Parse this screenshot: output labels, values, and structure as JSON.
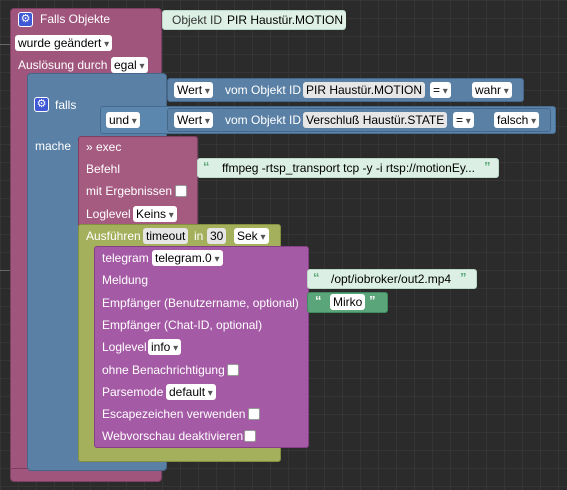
{
  "trigger": {
    "title": "Falls Objekte",
    "object_id_label": "Objekt ID",
    "object_id_value": "PIR Haustür.MOTION",
    "mode_value": "wurde geändert",
    "ausloesung_label": "Auslösung durch",
    "ausloesung_value": "egal"
  },
  "if_block": {
    "falls_label": "falls",
    "mache_label": "mache",
    "cond1": {
      "wert_value": "Wert",
      "vom_label": "vom Objekt ID",
      "object_value": "PIR Haustür.MOTION",
      "op_value": "=",
      "result_value": "wahr"
    },
    "und_value": "und",
    "cond2": {
      "wert_value": "Wert",
      "vom_label": "vom Objekt ID",
      "object_value": "Verschluß Haustür.STATE",
      "op_value": "=",
      "result_value": "falsch"
    }
  },
  "exec": {
    "title": "» exec",
    "befehl_label": "Befehl",
    "befehl_value": "ffmpeg -rtsp_transport tcp -y -i rtsp://motionEy...",
    "ergebnissen_label": "mit Ergebnissen",
    "loglevel_label": "Loglevel",
    "loglevel_value": "Keins"
  },
  "timeout": {
    "ausfuehren_label": "Ausführen",
    "timeout_value": "timeout",
    "in_label": "in",
    "amount_value": "30",
    "unit_value": "Sek"
  },
  "telegram": {
    "title": "telegram",
    "instance_value": "telegram.0",
    "meldung_label": "Meldung",
    "meldung_value": "/opt/iobroker/out2.mp4",
    "empfaenger_user_label": "Empfänger (Benutzername, optional)",
    "empfaenger_user_value": "Mirko",
    "empfaenger_chat_label": "Empfänger (Chat-ID, optional)",
    "loglevel_label": "Loglevel",
    "loglevel_value": "info",
    "ohne_label": "ohne Benachrichtigung",
    "parsemode_label": "Parsemode",
    "parsemode_value": "default",
    "escape_label": "Escapezeichen verwenden",
    "webvorschau_label": "Webvorschau deaktivieren"
  }
}
